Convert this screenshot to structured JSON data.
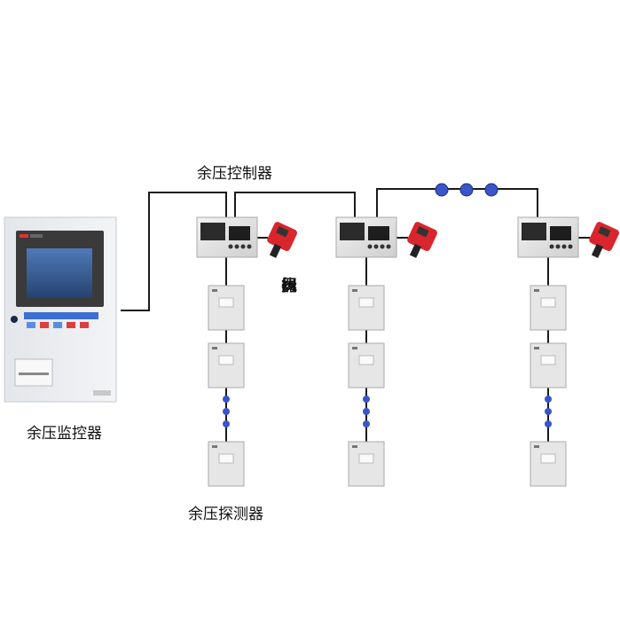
{
  "labels": {
    "controller": "余压控制器",
    "monitor": "余压监控器",
    "detector": "余压探测器",
    "actuator_lines": [
      "风",
      "阀",
      "执",
      "行",
      "器"
    ]
  },
  "colors": {
    "line": "#1a1a1a",
    "bus_dot": "#3a55c8",
    "actuator": "#d8262c",
    "device_face": "#e6e6e6",
    "panel": "#e9ecef",
    "screen": "#2f4f88",
    "button_strip": "#3b6fd4"
  }
}
